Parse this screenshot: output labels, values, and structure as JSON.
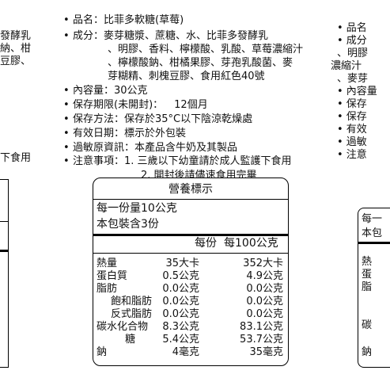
{
  "left_fragment": {
    "lines": [
      "發酵乳",
      "納、柑",
      "豆膠、",
      "",
      "",
      "",
      "",
      "",
      "",
      "",
      "下食用"
    ]
  },
  "label": {
    "name_key": "品名：",
    "name_val": "比菲多軟糖(草莓)",
    "ingredients_key": "成分：",
    "ingredients_lines": [
      "麥芽糖漿、蔗糖、水、比菲多發酵乳",
      "、明膠、香料、檸檬酸、乳酸、草莓濃縮汁",
      "、檸檬酸鈉、柑橘果膠、芽孢乳酸菌、麥",
      "芽糊精、刺槐豆膠、食用紅色40號"
    ],
    "volume_key": "內容量：",
    "volume_val": "30公克",
    "shelf_key": "保存期限(未開封)：",
    "shelf_val": "12個月",
    "storage_key": "保存方法：",
    "storage_val": "保存於35°C以下陰涼乾燥處",
    "expiry_key": "有效日期：",
    "expiry_val": "標示於外包裝",
    "allergen_key": "過敏原資訊：",
    "allergen_val": "本產品含牛奶及其製品",
    "notes_key": "注意事項：",
    "notes_1": "1. 三歲以下幼童請於成人監護下食用",
    "notes_2": "2. 開封後請儘速食用完畢"
  },
  "nutrition": {
    "title": "營養標示",
    "serving_size": "每一份量10公克",
    "servings": "本包裝含3份",
    "col_per_serving": "每份",
    "col_per_100": "每100公克",
    "rows": [
      {
        "name": "熱量",
        "per_serving": "35大卡",
        "per_100": "352大卡"
      },
      {
        "name": "蛋白質",
        "per_serving": "0.5公克",
        "per_100": "4.9公克"
      },
      {
        "name": "脂肪",
        "per_serving": "0.0公克",
        "per_100": "0.0公克"
      },
      {
        "name": "飽和脂肪",
        "per_serving": "0.0公克",
        "per_100": "0.0公克"
      },
      {
        "name": "反式脂肪",
        "per_serving": "0.0公克",
        "per_100": "0.0公克"
      },
      {
        "name": "碳水化合物",
        "per_serving": "8.3公克",
        "per_100": "83.1公克"
      },
      {
        "name": "糖",
        "per_serving": "5.4公克",
        "per_100": "53.7公克"
      },
      {
        "name": "鈉",
        "per_serving": "4毫克",
        "per_100": "35毫克"
      }
    ]
  },
  "right_fragment": {
    "lines": [
      "• 品名",
      "• 成分",
      "、明膠",
      "濃縮汁",
      "、麥芽",
      "• 內容量",
      "• 保存",
      "• 保存",
      "• 有效",
      "• 過敏",
      "• 注意"
    ],
    "nut_lines": [
      "每一",
      "本包",
      "熱",
      "蛋",
      "脂",
      "",
      "",
      "碳",
      "",
      "鈉"
    ]
  }
}
